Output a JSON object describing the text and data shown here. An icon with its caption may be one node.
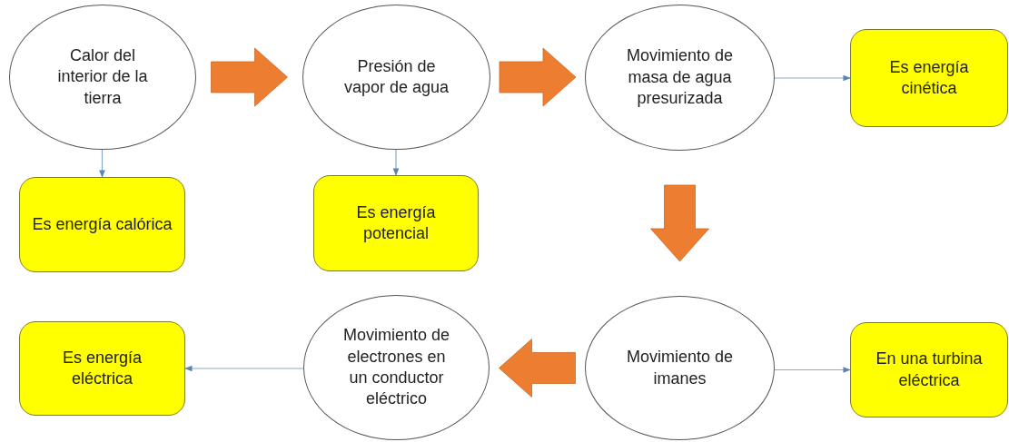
{
  "diagram": {
    "nodes": [
      {
        "text": [
          "Calor del interior de la tierra"
        ]
      },
      {
        "text": [
          "Presión de vapor de agua"
        ]
      },
      {
        "text": [
          "Movimiento de masa de agua presurizada"
        ]
      },
      {
        "text": [
          "Es energía cinética"
        ]
      },
      {
        "text": [
          "Es energía calórica"
        ]
      },
      {
        "text": [
          "Es energía potencial"
        ]
      },
      {
        "text": [
          "Movimiento de imanes"
        ]
      },
      {
        "text": [
          "En una turbina eléctrica"
        ]
      },
      {
        "text": [
          "Movimiento de electrones en un conductor eléctrico"
        ]
      },
      {
        "text": [
          "Es energía eléctrica"
        ]
      }
    ],
    "edges": [
      {
        "from": 0,
        "to": 1,
        "arrow": "to",
        "style": "thick",
        "color": "#ed7d31"
      },
      {
        "from": 1,
        "to": 2,
        "arrow": "to",
        "style": "thick",
        "color": "#ed7d31"
      },
      {
        "from": 2,
        "to": 6,
        "arrow": "to",
        "style": "thick",
        "color": "#ed7d31"
      },
      {
        "from": 6,
        "to": 8,
        "arrow": "to",
        "style": "thick",
        "color": "#ed7d31"
      },
      {
        "from": 0,
        "to": 4,
        "arrow": "to"
      },
      {
        "from": 1,
        "to": 5,
        "arrow": "to"
      },
      {
        "from": 2,
        "to": 3,
        "arrow": "to"
      },
      {
        "from": 6,
        "to": 7,
        "arrow": "to"
      },
      {
        "from": 8,
        "to": 9,
        "arrow": "to"
      }
    ]
  }
}
